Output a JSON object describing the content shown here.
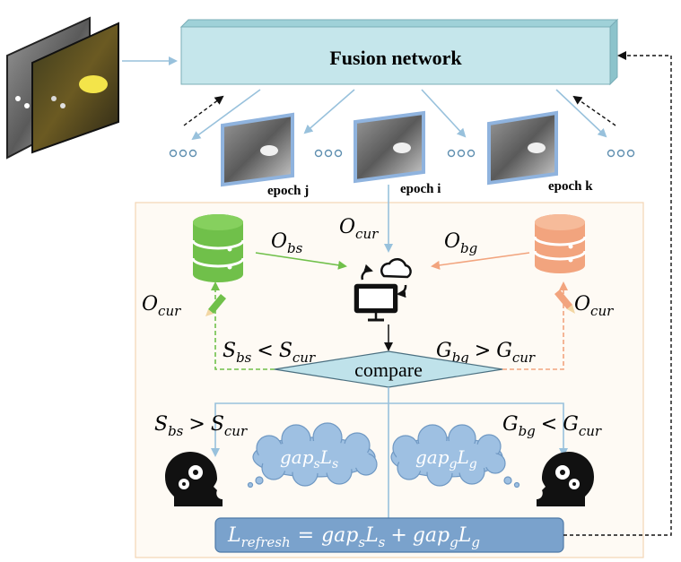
{
  "diagram": {
    "fusion_network": {
      "label": "Fusion network"
    },
    "epochs": [
      {
        "id": "j",
        "label": "epoch j"
      },
      {
        "id": "i",
        "label": "epoch i"
      },
      {
        "id": "k",
        "label": "epoch k"
      }
    ],
    "ellipsis": "•••",
    "labels": {
      "o_cur_top": {
        "base": "O",
        "sub": "cur"
      },
      "o_bs": {
        "base": "O",
        "sub": "bs"
      },
      "o_bg": {
        "base": "O",
        "sub": "bg"
      },
      "o_cur_left": {
        "base": "O",
        "sub": "cur"
      },
      "o_cur_right": {
        "base": "O",
        "sub": "cur"
      },
      "s_bs_lt": {
        "a": "S",
        "a_sub": "bs",
        "op": "<",
        "b": "S",
        "b_sub": "cur"
      },
      "g_bg_gt": {
        "a": "G",
        "a_sub": "bg",
        "op": ">",
        "b": "G",
        "b_sub": "cur"
      },
      "s_bs_gt": {
        "a": "S",
        "a_sub": "bs",
        "op": ">",
        "b": "S",
        "b_sub": "cur"
      },
      "g_bg_lt": {
        "a": "G",
        "a_sub": "bg",
        "op": "<",
        "b": "G",
        "b_sub": "cur"
      }
    },
    "compare": {
      "label": "compare"
    },
    "thought_left": {
      "a": "gap",
      "a_sub": "s",
      "b": "L",
      "b_sub": "s"
    },
    "thought_right": {
      "a": "gap",
      "a_sub": "g",
      "b": "L",
      "b_sub": "g"
    },
    "formula": {
      "lhs": "L",
      "lhs_sub": "refresh",
      "eq": "=",
      "t1": "gap",
      "t1_sub": "s",
      "t1b": "L",
      "t1b_sub": "s",
      "plus": "+",
      "t2": "gap",
      "t2_sub": "g",
      "t2b": "L",
      "t2b_sub": "g"
    },
    "colors": {
      "fusion_fill": "#c5e6eb",
      "panel_fill": "#fefaf4",
      "panel_border": "#f3d5b5",
      "green": "#70c04a",
      "orange": "#f2a47e",
      "arrow_blue": "#98c1dc",
      "compare_fill": "#bfe2ea",
      "formula_fill": "#7aa2cc",
      "cloud_fill": "#9ec0e2"
    }
  }
}
